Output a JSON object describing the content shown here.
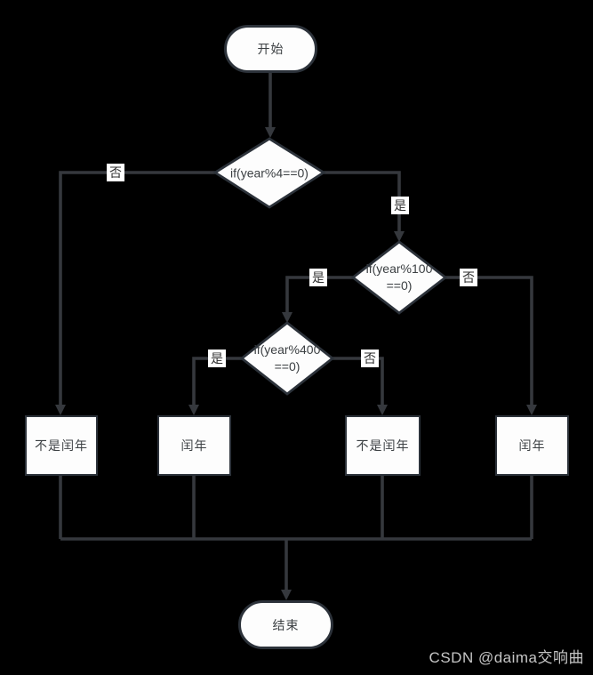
{
  "colors": {
    "background": "#000000",
    "line": "#35383d",
    "node_fill": "#fdfdfd",
    "node_border": "#2c323a",
    "node_text": "#3c4043",
    "label_bg": "#ffffff",
    "label_text": "#2e2e2e",
    "watermark_text": "#c6c6c6"
  },
  "nodes": {
    "start": {
      "label": "开始"
    },
    "decision_mod4": {
      "label": "if(year%4==0)"
    },
    "decision_mod100": {
      "line1": "if(year%100",
      "line2": "==0)"
    },
    "decision_mod400": {
      "line1": "if(year%400",
      "line2": "==0)"
    },
    "result_left": {
      "label": "不是闰年"
    },
    "result_mid_left": {
      "label": "闰年"
    },
    "result_mid_right": {
      "label": "不是闰年"
    },
    "result_right": {
      "label": "闰年"
    },
    "end": {
      "label": "结束"
    }
  },
  "edge_labels": {
    "mod4_no": "否",
    "mod4_yes": "是",
    "mod100_yes": "是",
    "mod100_no": "否",
    "mod400_yes": "是",
    "mod400_no": "否"
  },
  "watermark": "CSDN @daima交响曲"
}
